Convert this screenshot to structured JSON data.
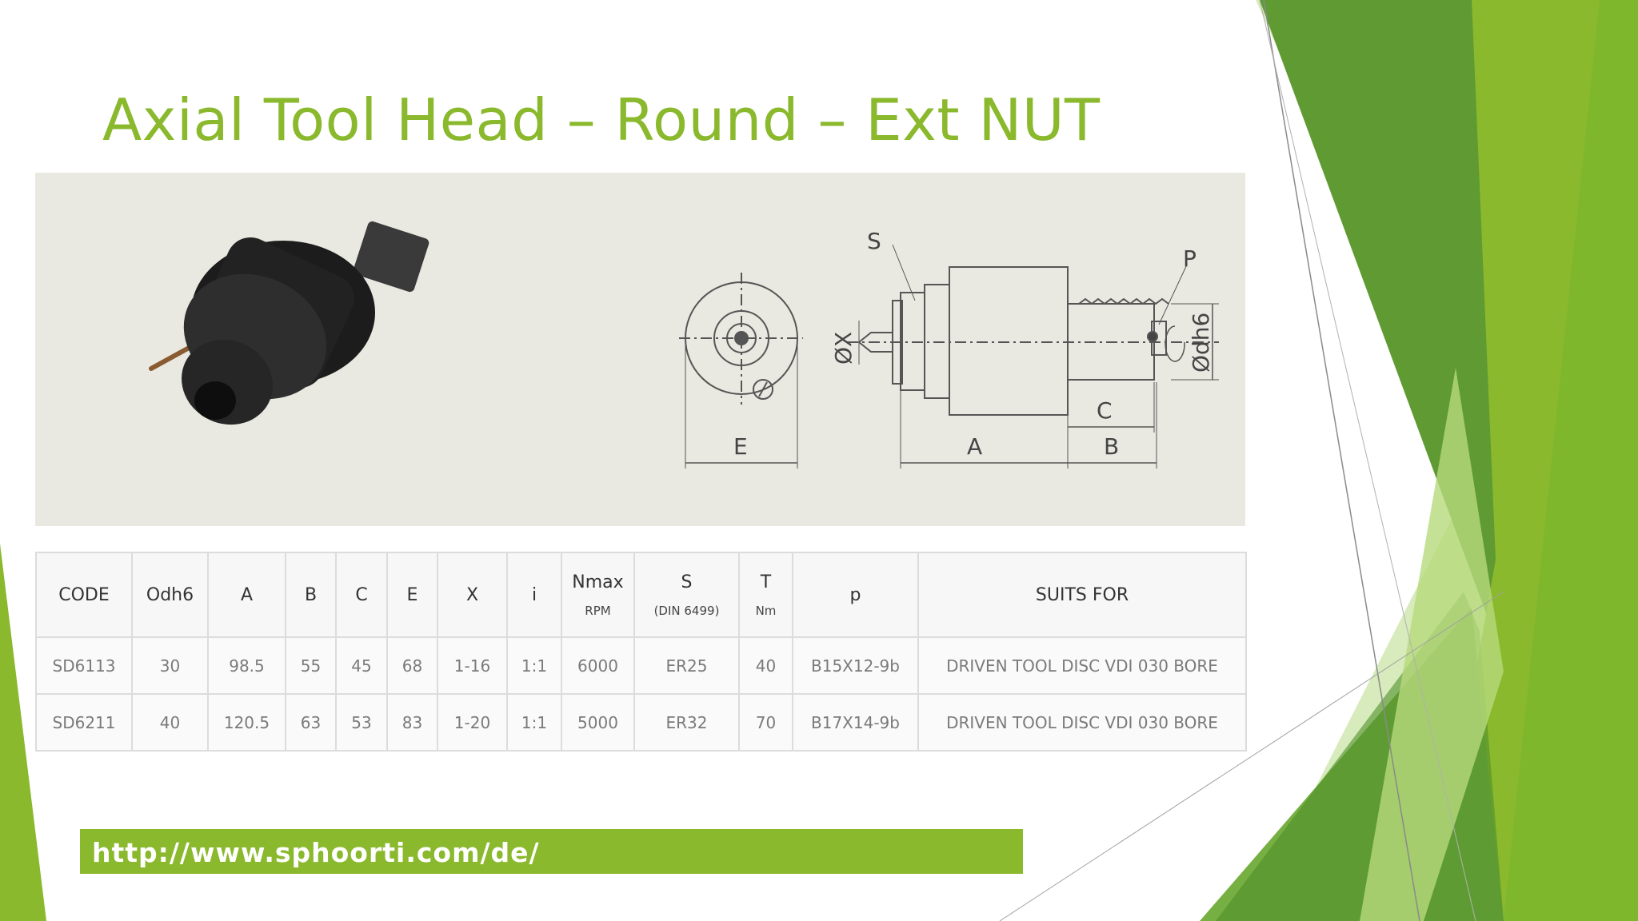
{
  "slide": {
    "title": "Axial Tool Head – Round – Ext NUT",
    "url": "http://www.sphoorti.com/de/"
  },
  "drawing": {
    "labels": {
      "s": "S",
      "p": "P",
      "ox": "ØX",
      "odh6": "Ødh6",
      "e": "E",
      "a": "A",
      "b": "B",
      "c": "C"
    }
  },
  "table": {
    "headers": [
      {
        "main": "CODE",
        "sub": ""
      },
      {
        "main": "Odh6",
        "sub": ""
      },
      {
        "main": "A",
        "sub": ""
      },
      {
        "main": "B",
        "sub": ""
      },
      {
        "main": "C",
        "sub": ""
      },
      {
        "main": "E",
        "sub": ""
      },
      {
        "main": "X",
        "sub": ""
      },
      {
        "main": "i",
        "sub": ""
      },
      {
        "main": "Nmax",
        "sub": "RPM"
      },
      {
        "main": "S",
        "sub": "(DIN 6499)"
      },
      {
        "main": "T",
        "sub": "Nm"
      },
      {
        "main": "p",
        "sub": ""
      },
      {
        "main": "SUITS FOR",
        "sub": ""
      }
    ],
    "rows": [
      [
        "SD6113",
        "30",
        "98.5",
        "55",
        "45",
        "68",
        "1-16",
        "1:1",
        "6000",
        "ER25",
        "40",
        "B15X12-9b",
        "DRIVEN TOOL DISC VDI 030 BORE"
      ],
      [
        "SD6211",
        "40",
        "120.5",
        "63",
        "53",
        "83",
        "1-20",
        "1:1",
        "5000",
        "ER32",
        "70",
        "B17X14-9b",
        "DRIVEN TOOL DISC VDI 030 BORE"
      ]
    ]
  },
  "colors": {
    "accent": "#8ab92d",
    "dark_green": "#5f9a32",
    "light_green": "#cfe6a6"
  }
}
